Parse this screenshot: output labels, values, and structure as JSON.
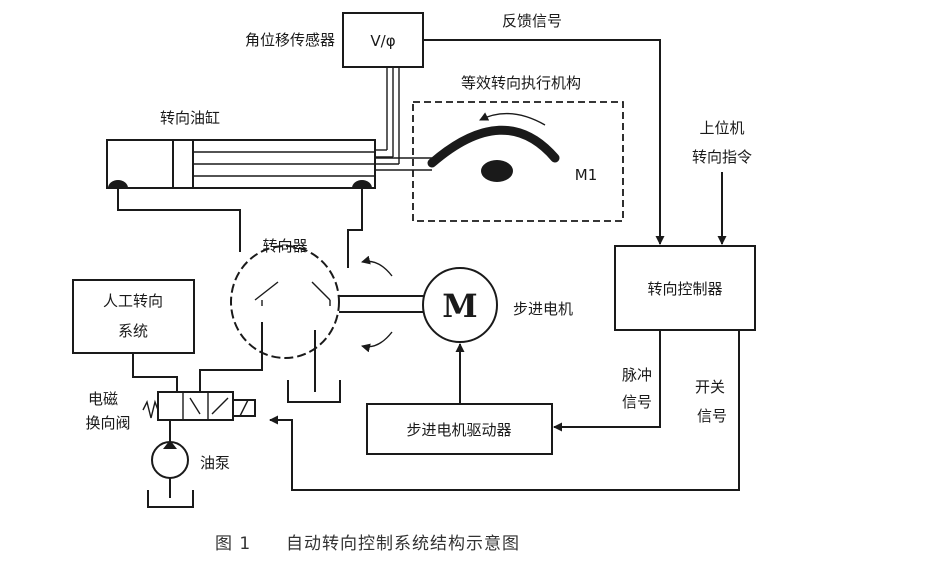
{
  "labels": {
    "sensor": "角位移传感器",
    "sensor_box": "V/φ",
    "feedback": "反馈信号",
    "actuator": "等效转向执行机构",
    "m1": "M1",
    "cylinder": "转向油缸",
    "upper_line1": "上位机",
    "upper_line2": "转向指令",
    "steering_gear": "转向器",
    "manual_line1": "人工转向",
    "manual_line2": "系统",
    "motor_symbol": "M",
    "stepper_motor": "步进电机",
    "controller": "转向控制器",
    "pulse_line1": "脉冲",
    "pulse_line2": "信号",
    "switch_line1": "开关",
    "switch_line2": "信号",
    "valve_line1": "电磁",
    "valve_line2": "换向阀",
    "pump": "油泵",
    "driver": "步进电机驱动器"
  },
  "caption": {
    "number": "图 1",
    "title": "自动转向控制系统结构示意图"
  }
}
